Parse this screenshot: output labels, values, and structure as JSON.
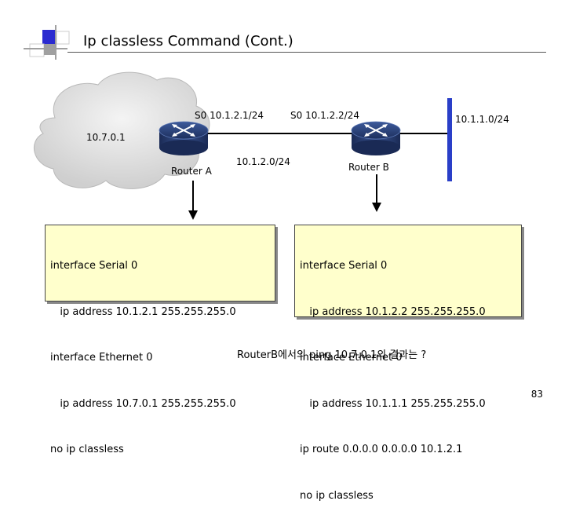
{
  "slide": {
    "title": "Ip classless Command (Cont.)",
    "page_number": "83"
  },
  "diagram": {
    "cloud_label": "10.7.0.1",
    "router_a": {
      "name": "Router A",
      "serial_label": "S0 10.1.2.1/24"
    },
    "router_b": {
      "name": "Router B",
      "serial_label": "S0 10.1.2.2/24"
    },
    "serial_link_network": "10.1.2.0/24",
    "ethernet_network": "10.1.1.0/24"
  },
  "config_a": {
    "lines": [
      "interface Serial 0",
      "   ip address 10.1.2.1 255.255.255.0",
      "interface Ethernet 0",
      "   ip address 10.7.0.1 255.255.255.0",
      "no ip classless"
    ]
  },
  "config_b": {
    "lines": [
      "interface Serial 0",
      "   ip address 10.1.2.2 255.255.255.0",
      "interface Ethernet 0",
      "   ip address 10.1.1.1 255.255.255.0",
      "ip route 0.0.0.0 0.0.0.0 10.1.2.1",
      "no ip classless"
    ]
  },
  "question": "RouterB에서의 ping 10.7.0.1의 결과는 ?",
  "colors": {
    "logo_blue": "#2b2bd0",
    "logo_gray": "#a0a0a0",
    "cloud_fill": "#e2e2e2",
    "router_blue": "#243a70",
    "ethernet_bar": "#2a3fc8",
    "config_bg": "#ffffcc"
  }
}
